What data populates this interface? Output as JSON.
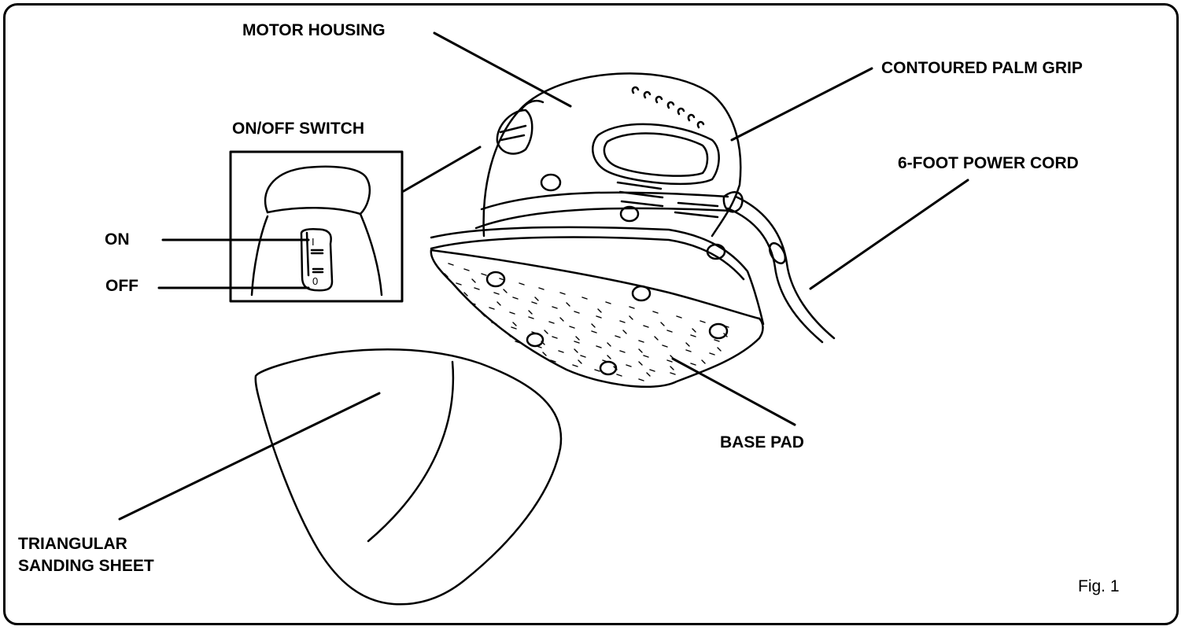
{
  "labels": {
    "motor_housing": "MOTOR HOUSING",
    "contoured_palm_grip": "CONTOURED PALM GRIP",
    "on_off_switch": "ON/OFF SWITCH",
    "power_cord": "6-FOOT POWER CORD",
    "on": "ON",
    "off": "OFF",
    "base_pad": "BASE PAD",
    "sanding_sheet_line1": "TRIANGULAR",
    "sanding_sheet_line2": "SANDING SHEET",
    "switch_on_mark": "I",
    "switch_off_mark": "0"
  },
  "figure_number": "Fig. 1",
  "colors": {
    "ink": "#000000",
    "paper": "#ffffff"
  }
}
